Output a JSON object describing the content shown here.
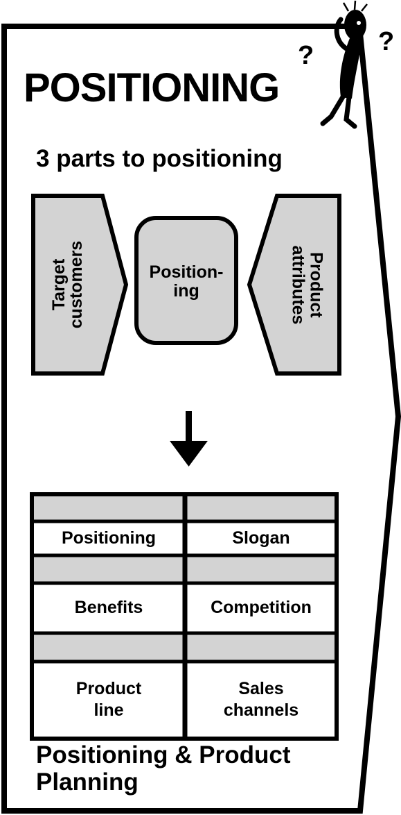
{
  "header": {
    "title": "POSITIONING"
  },
  "intro": {
    "subtitle": "3 parts to positioning"
  },
  "diagram": {
    "left_label_line1": "Target",
    "left_label_line2": "customers",
    "center_label_line1": "Position-",
    "center_label_line2": "ing",
    "right_label_line1": "Product",
    "right_label_line2": "attributes"
  },
  "grid": {
    "cells": [
      {
        "line1": "Positioning",
        "line2": ""
      },
      {
        "line1": "Slogan",
        "line2": ""
      },
      {
        "line1": "Benefits",
        "line2": ""
      },
      {
        "line1": "Competition",
        "line2": ""
      },
      {
        "line1": "Product",
        "line2": "line"
      },
      {
        "line1": "Sales",
        "line2": "channels"
      }
    ]
  },
  "footer": {
    "line1": "Positioning & Product",
    "line2": "Planning"
  },
  "colors": {
    "fill_gray": "#d3d3d3",
    "stroke": "#000000",
    "background": "#ffffff"
  }
}
